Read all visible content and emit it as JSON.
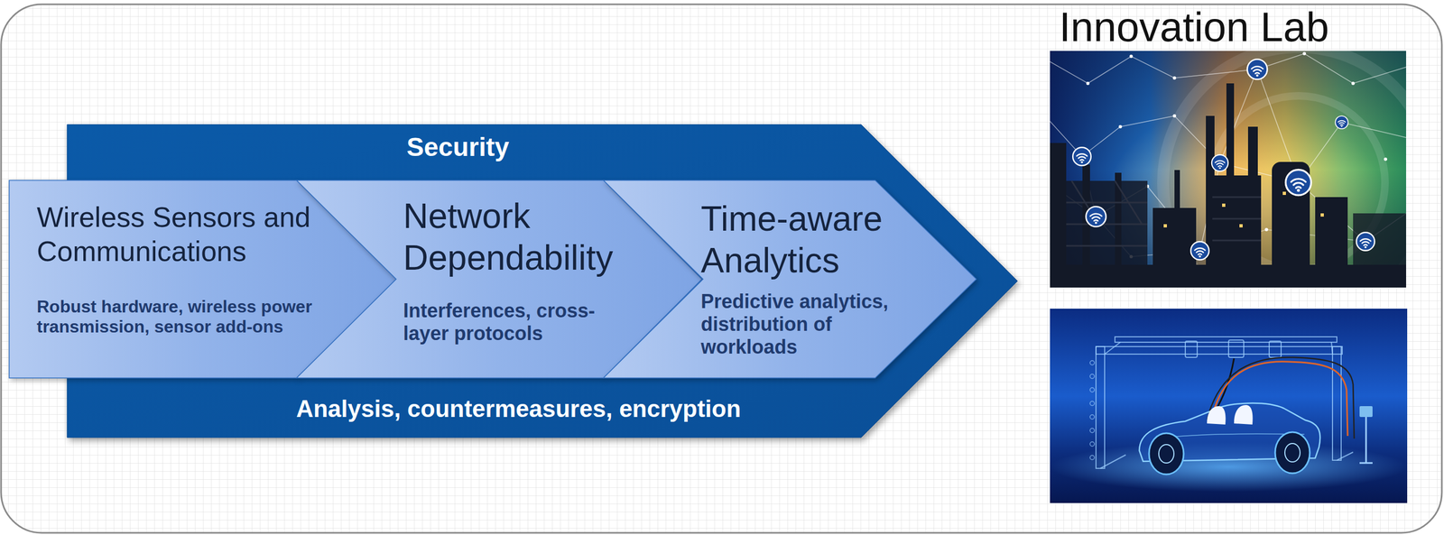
{
  "diagram": {
    "title": "Innovation Lab",
    "nodes": [
      {
        "text": [
          "Security",
          "Analysis, countermeasures, encryption"
        ]
      },
      {
        "text": [
          "Wireless Sensors and Communications",
          "Robust hardware, wireless power transmission, sensor add-ons"
        ],
        "in": 0
      },
      {
        "text": [
          "Network Dependability",
          "Interferences, cross-layer protocols"
        ],
        "in": 0
      },
      {
        "text": [
          "Time-aware Analytics",
          "Predictive analytics, distribution of workloads"
        ],
        "in": 0
      }
    ]
  }
}
